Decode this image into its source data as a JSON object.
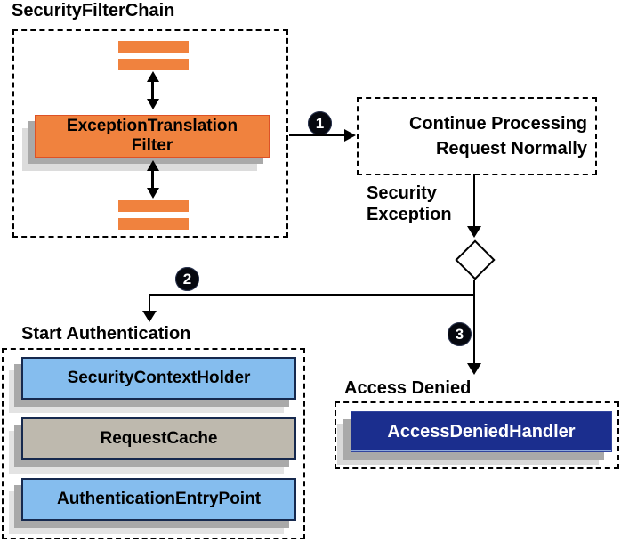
{
  "colors": {
    "orange": "#F0823E",
    "orange_border": "#DD5226",
    "light_blue": "#85BDEE",
    "tan_gray": "#BEB9AE",
    "navy": "#1B2E8E",
    "box_border_navy": "#16294E",
    "shadow_dark": "#A9A9A9",
    "shadow_light": "#DCDCDC",
    "line": "#000000"
  },
  "security_filter_chain": {
    "title": "SecurityFilterChain",
    "filter": {
      "line1": "ExceptionTranslation",
      "line2": "Filter"
    }
  },
  "steps": [
    "1",
    "2",
    "3"
  ],
  "continue_box": {
    "line1": "Continue Processing",
    "line2": "Request Normally"
  },
  "security_exception": {
    "line1": "Security",
    "line2": "Exception"
  },
  "start_authentication": {
    "title": "Start Authentication",
    "items": [
      {
        "label": "SecurityContextHolder",
        "color": "#85BDEE"
      },
      {
        "label": "RequestCache",
        "color": "#BEB9AE"
      },
      {
        "label": "AuthenticationEntryPoint",
        "color": "#85BDEE"
      }
    ]
  },
  "access_denied": {
    "title": "Access Denied",
    "handler_label": "AccessDeniedHandler"
  }
}
